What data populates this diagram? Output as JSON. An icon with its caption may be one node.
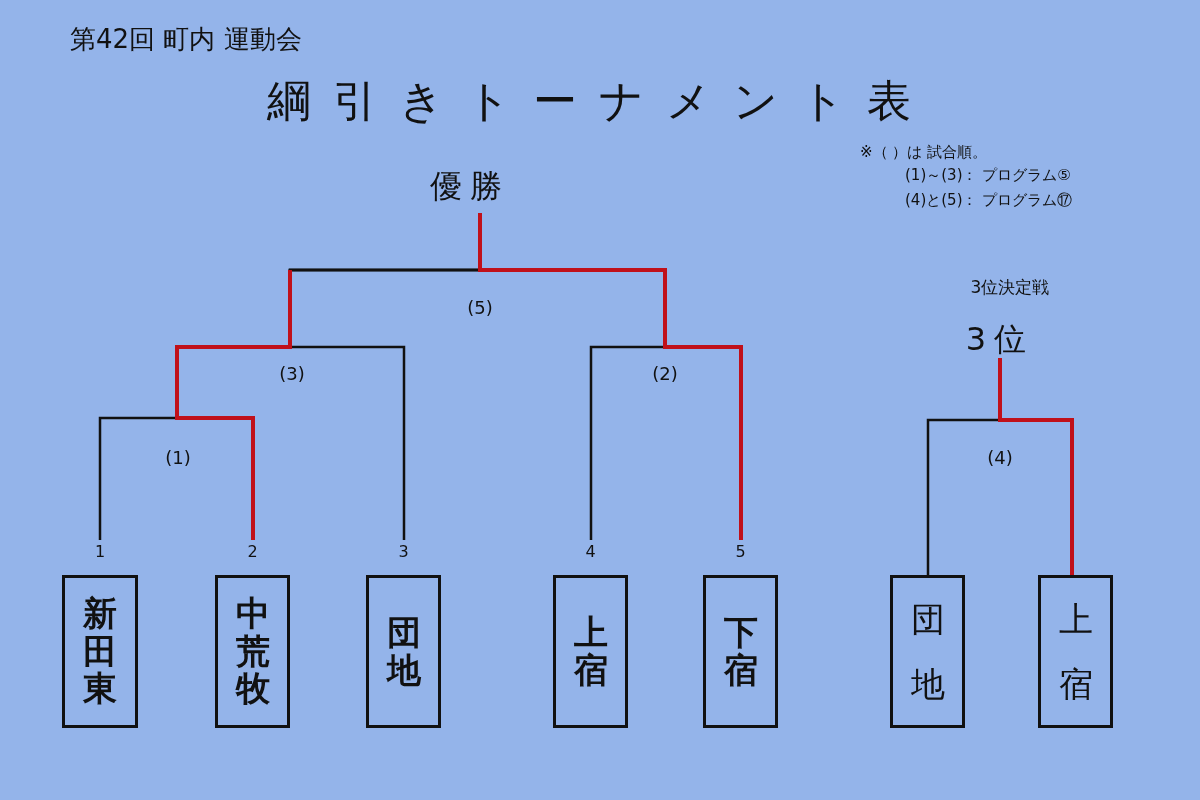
{
  "diagram": {
    "title": "綱引きトーナメント表",
    "nodes": [
      {
        "text": [
          "優勝"
        ]
      },
      {
        "text": [
          "3位"
        ]
      },
      {
        "text": [
          "新田東"
        ],
        "beside": [
          "1"
        ]
      },
      {
        "text": [
          "中荒牧"
        ],
        "beside": [
          "2"
        ]
      },
      {
        "text": [
          "団地"
        ],
        "beside": [
          "3"
        ]
      },
      {
        "text": [
          "上宿"
        ],
        "beside": [
          "4"
        ]
      },
      {
        "text": [
          "下宿"
        ],
        "beside": [
          "5"
        ]
      },
      {
        "text": [
          "団地"
        ]
      },
      {
        "text": [
          "上宿"
        ]
      }
    ],
    "edges": [
      {
        "from": 2,
        "to": 0,
        "arrow": "none"
      },
      {
        "from": 3,
        "to": 0,
        "arrow": "none"
      },
      {
        "from": 4,
        "to": 0,
        "arrow": "none"
      },
      {
        "from": 5,
        "to": 0,
        "arrow": "none"
      },
      {
        "from": 6,
        "to": 0,
        "arrow": "none",
        "color": "#c0101a"
      },
      {
        "from": 7,
        "to": 1,
        "arrow": "none"
      },
      {
        "from": 8,
        "to": 1,
        "arrow": "none",
        "color": "#c0101a"
      }
    ],
    "labels": [
      "第42回 町内 運動会",
      "※（ ）は 試合順。",
      "(1)～(3)： プログラム⑤",
      "(4)と(5)： プログラム⑰",
      "(5)",
      "3位決定戦",
      "(3)",
      "(2)",
      "(1)",
      "(4)"
    ]
  }
}
